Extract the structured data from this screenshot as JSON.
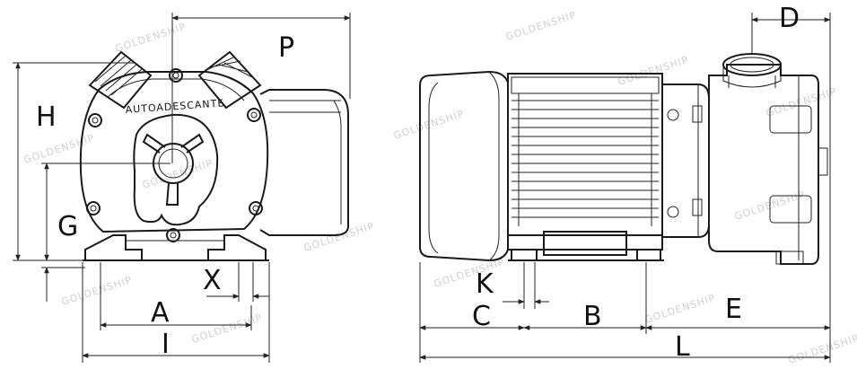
{
  "pump_brand_text": "AUTOADESCANTE",
  "watermark_text": "GOLDENSHIP",
  "dimension_labels": {
    "P": "P",
    "H": "H",
    "G": "G",
    "X": "X",
    "A": "A",
    "I": "I",
    "D": "D",
    "K": "K",
    "C": "C",
    "B": "B",
    "E": "E",
    "L": "L"
  }
}
